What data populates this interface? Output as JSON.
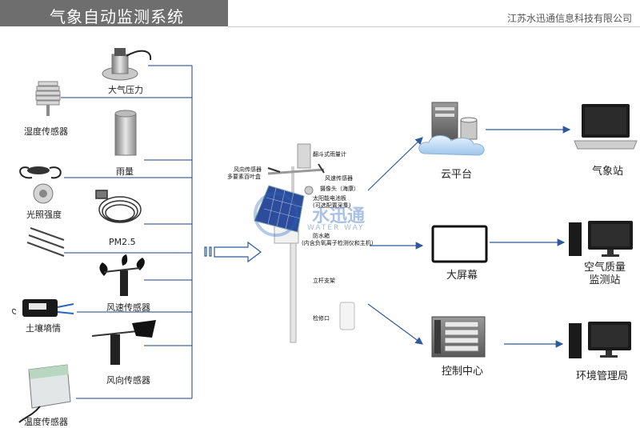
{
  "header": {
    "title": "气象自动监测系统",
    "company": "江苏水迅通信息科技有限公司"
  },
  "sensors": {
    "pressure": "大气压力",
    "humidity": "湿度传感器",
    "rain": "雨量",
    "light": "光照强度",
    "pm25": "PM2.5",
    "wind_speed": "风速传感器",
    "soil": "土壤墒情",
    "wind_dir": "风向传感器",
    "temperature": "温度传感器"
  },
  "station": {
    "rain_gauge": "翻斗式雨量计",
    "wind_dir_sensor": "风向传感器",
    "louver": "多要素百叶盒",
    "wind_speed_sensor": "风速传感器",
    "camera": "摄像头（海康）",
    "solar": "太阳能电池板",
    "solar_sub": "(可选配置采集)",
    "box": "防水箱",
    "box_sub": "(内含负氧离子检测仪和主机)",
    "pole": "立杆支架",
    "inspect": "检修口"
  },
  "watermark": {
    "cn": "水迅通",
    "en": "WATER WAY"
  },
  "outputs": {
    "cloud": "云平台",
    "screen": "大屏幕",
    "control": "控制中心"
  },
  "terminals": {
    "weather": "气象站",
    "air": "空气质量\n监测站",
    "env": "环境管理局"
  },
  "colors": {
    "connector": "#1f3f86",
    "arrow": "#2e5a9c",
    "header": "#6e6e6e"
  }
}
